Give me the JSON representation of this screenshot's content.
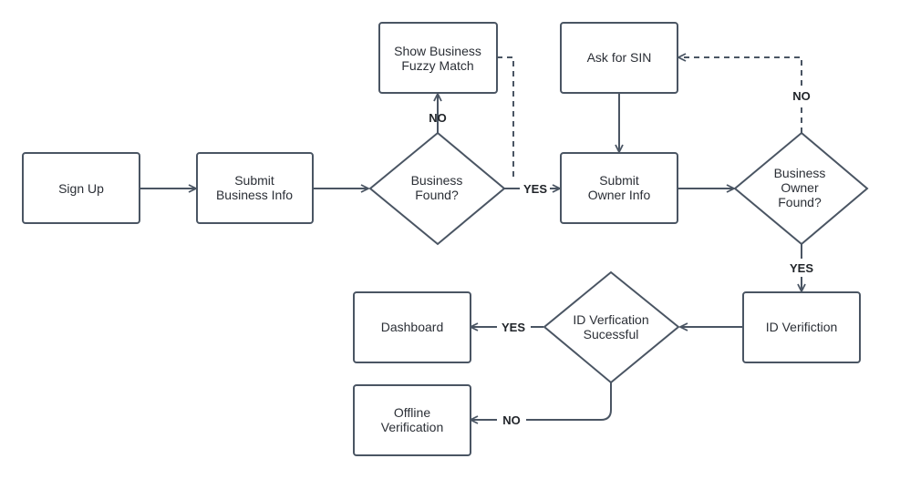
{
  "colors": {
    "stroke": "#4a5563",
    "fill": "#ffffff",
    "text": "#2b2f36"
  },
  "nodes": {
    "sign_up": "Sign Up",
    "submit_business_info": [
      "Submit",
      "Business Info"
    ],
    "business_found": [
      "Business",
      "Found?"
    ],
    "show_business_fuzzy_match": [
      "Show Business",
      "Fuzzy Match"
    ],
    "ask_for_sin": "Ask for SIN",
    "submit_owner_info": [
      "Submit",
      "Owner Info"
    ],
    "business_owner_found": [
      "Business",
      "Owner",
      "Found?"
    ],
    "id_verifiction": "ID Verifiction",
    "id_verfication_sucessful": [
      "ID Verfication",
      "Sucessful"
    ],
    "dashboard": "Dashboard",
    "offline_verification": [
      "Offline",
      "Verification"
    ]
  },
  "edge_labels": {
    "business_found_no": "NO",
    "business_found_yes": "YES",
    "owner_found_no": "NO",
    "owner_found_yes": "YES",
    "id_success_yes": "YES",
    "id_success_no": "NO"
  }
}
